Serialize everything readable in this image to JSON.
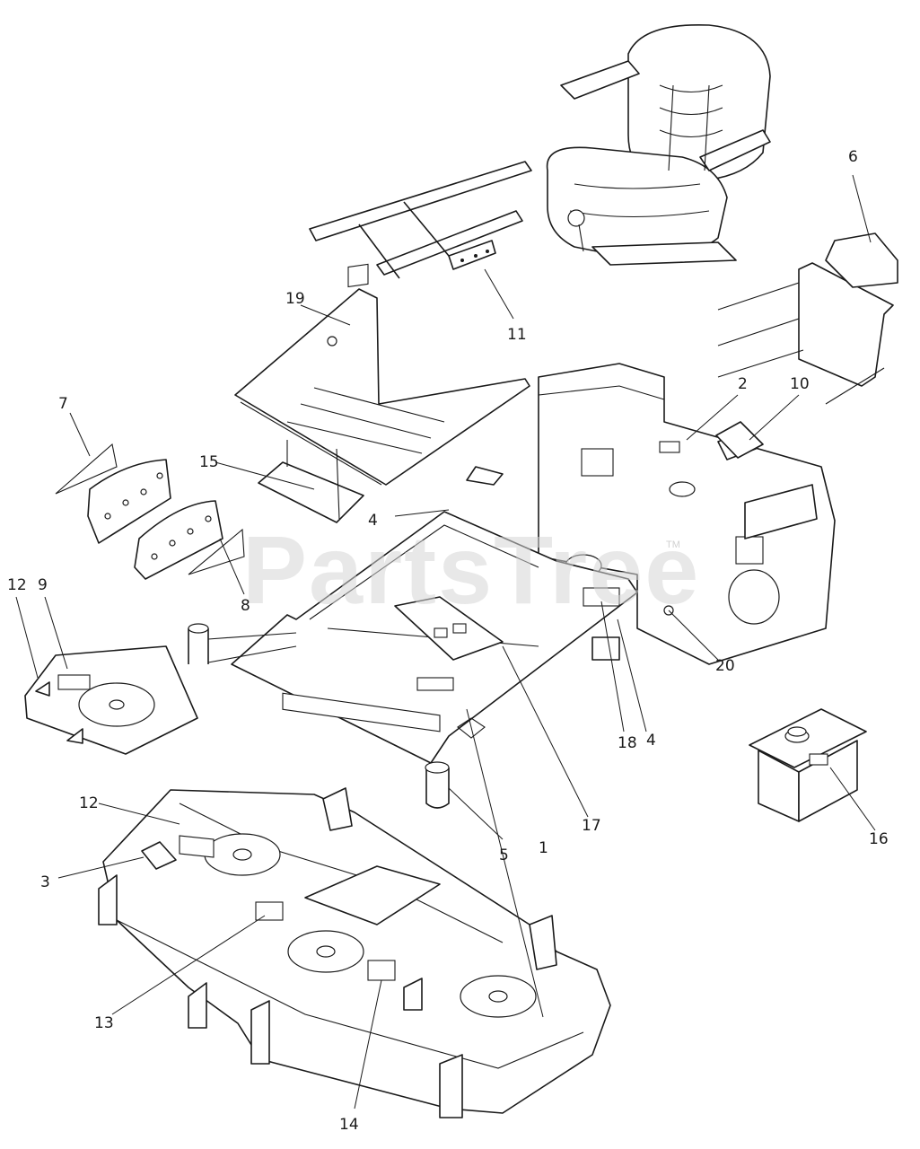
{
  "watermark": {
    "text": "PartsTree",
    "trademark": "TM"
  },
  "callouts": {
    "c1": "1",
    "c2": "2",
    "c3": "3",
    "c4a": "4",
    "c4b": "4",
    "c5": "5",
    "c6": "6",
    "c7": "7",
    "c8": "8",
    "c9": "9",
    "c10": "10",
    "c11": "11",
    "c12a": "12",
    "c12b": "12",
    "c13": "13",
    "c14": "14",
    "c15": "15",
    "c16": "16",
    "c17": "17",
    "c18": "18",
    "c19": "19",
    "c20": "20"
  }
}
